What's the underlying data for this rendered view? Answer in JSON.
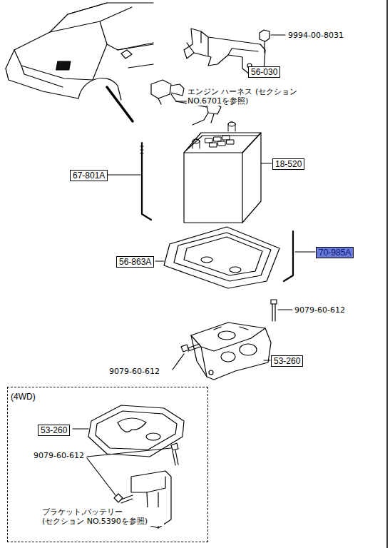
{
  "diagram": {
    "nodes": [
      {
        "text": [
          "56-030"
        ]
      },
      {
        "text": [
          "67-801A"
        ]
      },
      {
        "text": [
          "18-520"
        ]
      },
      {
        "text": [
          "56-863A"
        ]
      },
      {
        "text": [
          "70-985A"
        ]
      },
      {
        "text": [
          "53-260"
        ]
      },
      {
        "text": [
          "(4WD)"
        ]
      },
      {
        "text": [
          "53-260"
        ],
        "in": 6
      }
    ],
    "labels": [
      "9994-00-8031",
      "エンジン ハーネス (セクション NO.6701を参照)",
      "9079-60-612",
      "9079-60-612",
      "9079-60-612",
      "ブラケット,バッテリー (セクション NO.5390を参照)"
    ]
  }
}
